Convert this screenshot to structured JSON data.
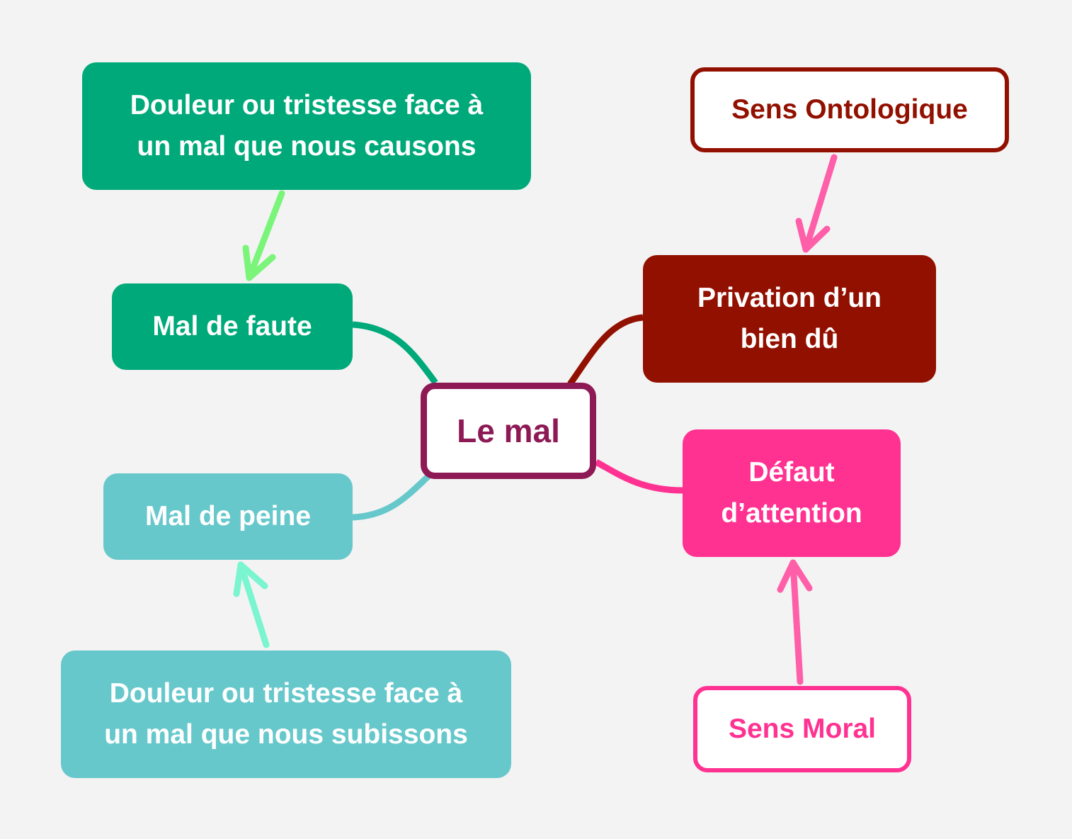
{
  "center": {
    "label": "Le mal",
    "color": "#8e1a55"
  },
  "nodes": {
    "faute": {
      "label": "Mal de faute",
      "color": "#00a97a"
    },
    "faute_desc": {
      "line1": "Douleur ou tristesse face à",
      "line2": "un mal que nous causons",
      "color": "#00a97a"
    },
    "peine": {
      "label": "Mal de peine",
      "color": "#67c8cc"
    },
    "peine_desc": {
      "line1": "Douleur ou tristesse face à",
      "line2": "un mal que nous subissons",
      "color": "#67c8cc"
    },
    "privation": {
      "line1": "Privation d’un",
      "line2": "bien dû",
      "color": "#921000"
    },
    "ontologique": {
      "label": "Sens Ontologique",
      "color": "#921000"
    },
    "defaut": {
      "line1": "Défaut",
      "line2": "d’attention",
      "color": "#ff3292"
    },
    "moral": {
      "label": "Sens Moral",
      "color": "#ff3292"
    }
  },
  "arrow_colors": {
    "green": "#7af57a",
    "teal": "#7af5d0",
    "pink": "#ff5ea8"
  }
}
